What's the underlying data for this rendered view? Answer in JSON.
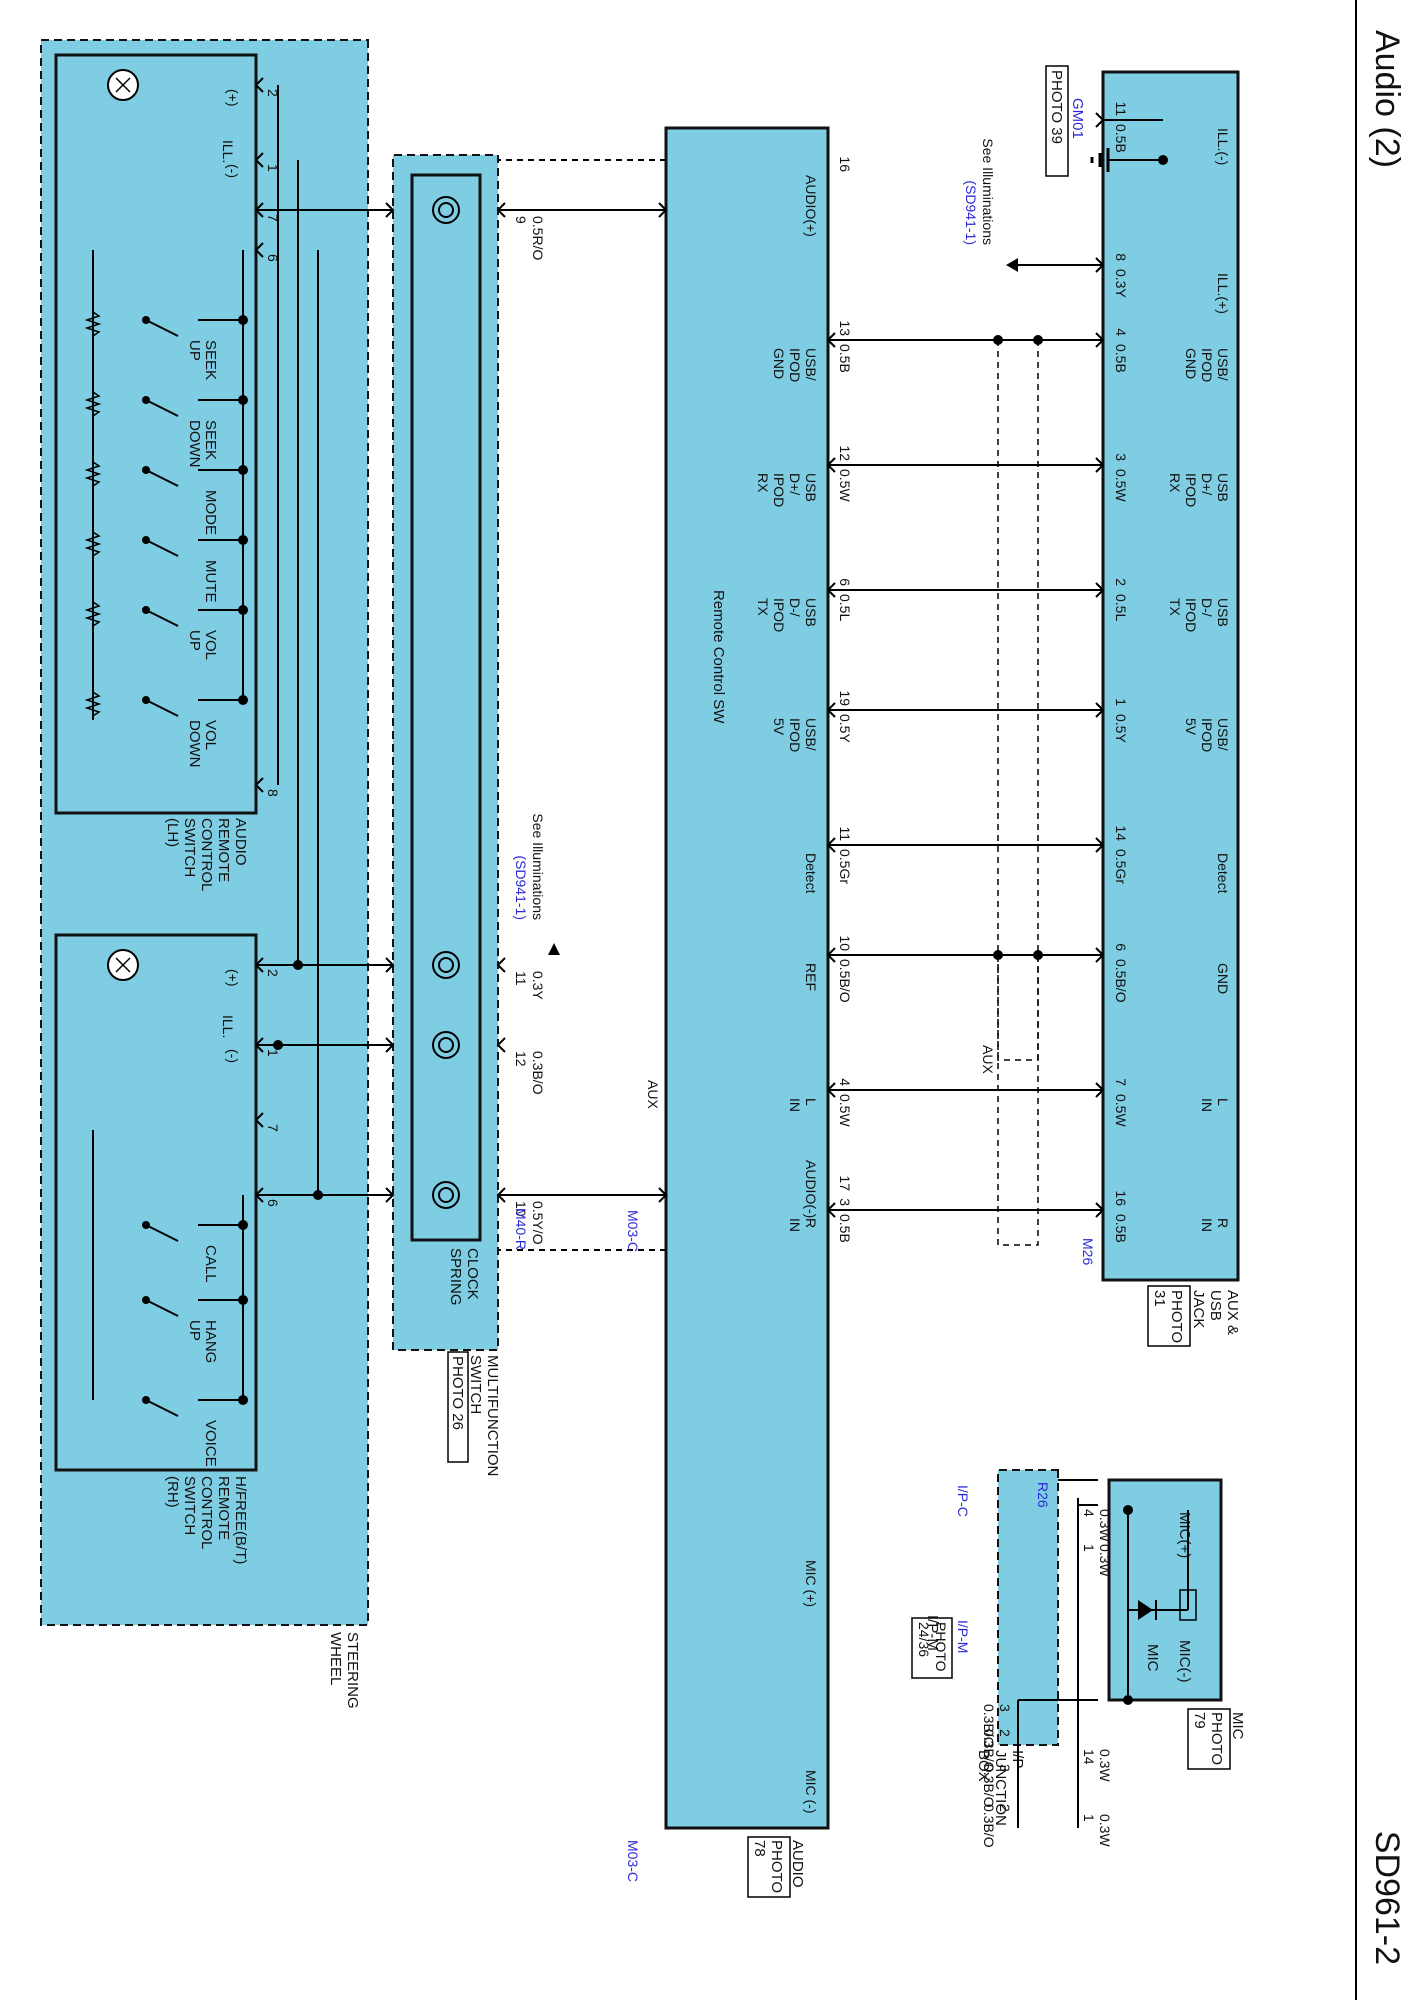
{
  "header": {
    "title": "Audio (2)",
    "code": "SD961-2"
  },
  "components": {
    "aux_jack": {
      "name1": "AUX &",
      "name2": "USB",
      "name3": "JACK",
      "photo1": "PHOTO",
      "photo2": "31"
    },
    "mic": {
      "name": "MIC",
      "photo1": "PHOTO",
      "photo2": "79",
      "pin_plus": "MIC(+)",
      "pin_minus": "MIC(-)",
      "internal": "MIC"
    },
    "audio": {
      "name": "AUDIO",
      "photo1": "PHOTO",
      "photo2": "78",
      "remote_sw": "Remote Control SW"
    },
    "ip_junction": {
      "name1": "I/P",
      "name2": "JUNCTION",
      "name3": "BOX"
    },
    "clock_spring": {
      "name1": "CLOCK",
      "name2": "SPRING"
    },
    "multifunction": {
      "name1": "MULTIFUNCTION",
      "name2": "SWITCH",
      "photo": "PHOTO 26"
    },
    "steering_wheel": {
      "name1": "STEERING",
      "name2": "WHEEL"
    },
    "remote_lh": {
      "name1": "AUDIO",
      "name2": "REMOTE",
      "name3": "CONTROL",
      "name4": "SWITCH",
      "name5": "(LH)"
    },
    "remote_rh": {
      "name1": "H/FREE(B/T)",
      "name2": "REMOTE",
      "name3": "CONTROL",
      "name4": "SWITCH",
      "name5": "(RH)"
    }
  },
  "grounds": {
    "gm01": {
      "name": "GM01",
      "photo": "PHOTO 39"
    }
  },
  "aux_jack_pins": [
    {
      "pin": "11",
      "wire": "0.5B",
      "label": "ILL.(-)"
    },
    {
      "pin": "8",
      "wire": "0.3Y",
      "label": "ILL.(+)"
    },
    {
      "pin": "4",
      "wire": "0.5B",
      "label": "USB/ IPOD GND"
    },
    {
      "pin": "3",
      "wire": "0.5W",
      "label": "USB D+/ IPOD RX"
    },
    {
      "pin": "2",
      "wire": "0.5L",
      "label": "USB D-/ IPOD TX"
    },
    {
      "pin": "1",
      "wire": "0.5Y",
      "label": "USB/ IPOD 5V"
    },
    {
      "pin": "14",
      "wire": "0.5Gr",
      "label": "Detect"
    },
    {
      "pin": "6",
      "wire": "0.5B/O",
      "label": "GND"
    },
    {
      "pin": "7",
      "wire": "0.5W",
      "label": "L IN"
    },
    {
      "pin": "16",
      "wire": "0.5B",
      "label": "R IN"
    }
  ],
  "aux_jack_extra": {
    "group": "AUX",
    "connector": "M26",
    "see": "See Illuminations",
    "ref": "(SD941-1)"
  },
  "audio_pins": [
    {
      "pin": "16",
      "label": "AUDIO(+)"
    },
    {
      "pin": "13",
      "label": "USB/ IPOD GND"
    },
    {
      "pin": "12",
      "label": "USB D+/ IPOD RX"
    },
    {
      "pin": "6",
      "label": "USB D-/ IPOD TX"
    },
    {
      "pin": "19",
      "label": "USB/ IPOD 5V"
    },
    {
      "pin": "11",
      "label": "Detect"
    },
    {
      "pin": "10",
      "label": "REF"
    },
    {
      "pin": "4",
      "label": "L IN"
    },
    {
      "pin": "3",
      "label": "R IN"
    },
    {
      "pin": "17",
      "label": "AUDIO(-)"
    },
    {
      "pin": "1",
      "label": "MIC (+)"
    },
    {
      "pin": "2",
      "label": "MIC (-)"
    }
  ],
  "audio_extra": {
    "group": "AUX",
    "connector_top": "M03-C",
    "connector_mic": "M03-C"
  },
  "mic_wiring": {
    "mic_pins": [
      {
        "pin": "4",
        "wire": "0.3W"
      },
      {
        "pin": "3",
        "wire": "0.3B/O"
      }
    ],
    "jb_c_pins": [
      {
        "pin": "1",
        "wire": "0.3W"
      },
      {
        "pin": "2",
        "wire": "0.3B/O"
      }
    ],
    "jb_m_pins": [
      {
        "pin": "14",
        "wire": "0.3W"
      },
      {
        "pin": "3",
        "wire": "0.3B/O"
      }
    ],
    "audio_pins": [
      {
        "pin": "1",
        "wire": "0.3W"
      },
      {
        "pin": "2",
        "wire": "0.3B/O"
      }
    ],
    "connectors": {
      "mic": "R26",
      "jb_c": "I/P-C",
      "jb_m": "I/P-M",
      "jb_photo1": "PHOTO",
      "jb_photo2": "24/36"
    }
  },
  "mfs_pins": [
    {
      "pin": "9",
      "wire": "0.5R/O"
    },
    {
      "pin": "11",
      "wire": "0.3Y"
    },
    {
      "pin": "12",
      "wire": "0.3B/O"
    },
    {
      "pin": "10",
      "wire": "0.5Y/O"
    }
  ],
  "mfs_extra": {
    "connector": "M40-R",
    "see": "See Illuminations",
    "ref": "(SD941-1)"
  },
  "remote_lh_pins": [
    {
      "pin": "2",
      "label": "(+)"
    },
    {
      "pin": "1",
      "label": "(-)"
    },
    {
      "pin": "7",
      "label": ""
    },
    {
      "pin": "6",
      "label": ""
    },
    {
      "pin": "8",
      "label": ""
    }
  ],
  "remote_lh_switches": [
    "SEEK UP",
    "SEEK DOWN",
    "MODE",
    "MUTE",
    "VOL UP",
    "VOL DOWN"
  ],
  "remote_lh_ill": "ILL.",
  "remote_rh_pins": [
    {
      "pin": "2",
      "label": "(+)"
    },
    {
      "pin": "1",
      "label": "(-)"
    },
    {
      "pin": "7",
      "label": ""
    },
    {
      "pin": "6",
      "label": ""
    }
  ],
  "remote_rh_switches": [
    "CALL",
    "HANG UP",
    "VOICE"
  ],
  "remote_rh_ill": "ILL."
}
